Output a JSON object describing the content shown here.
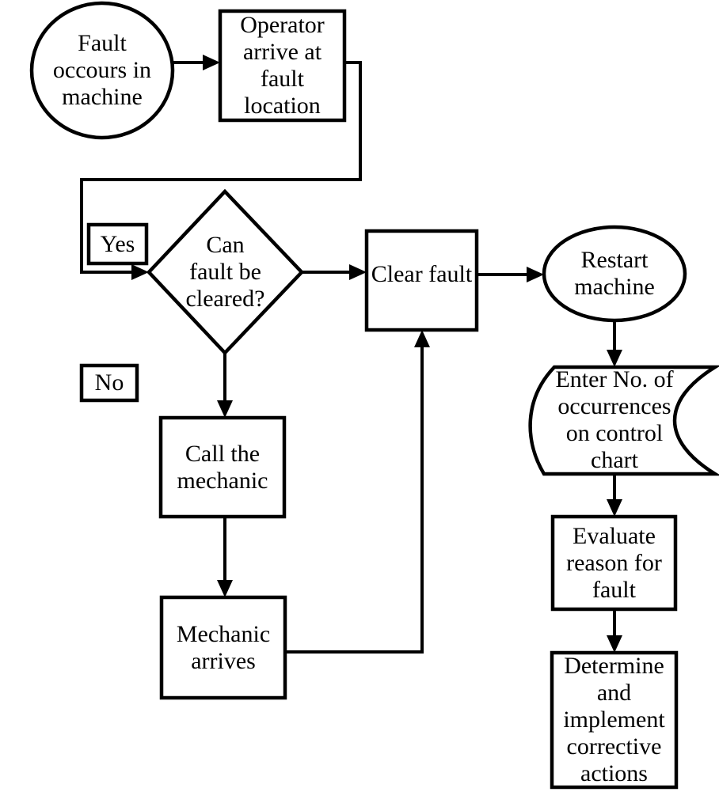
{
  "diagram": {
    "type": "flowchart",
    "colors": {
      "stroke": "#000000",
      "background": "#ffffff",
      "text": "#000000"
    },
    "nodes": {
      "start": {
        "shape": "circle",
        "label": "Fault\noccours in\nmachine"
      },
      "operator_arrive": {
        "shape": "rectangle",
        "label": "Operator\narrive at\nfault\nlocation"
      },
      "decision": {
        "shape": "diamond",
        "label": "Can\nfault be\ncleared?"
      },
      "clear_fault": {
        "shape": "rectangle",
        "label": "Clear fault"
      },
      "restart": {
        "shape": "ellipse",
        "label": "Restart\nmachine"
      },
      "enter_occurrences": {
        "shape": "curved-tape",
        "label": "Enter No. of\noccurrences\non control\nchart"
      },
      "evaluate": {
        "shape": "rectangle",
        "label": "Evaluate\nreason for\nfault"
      },
      "determine": {
        "shape": "rectangle",
        "label": "Determine\nand\nimplement\ncorrective\nactions"
      },
      "call_mechanic": {
        "shape": "rectangle",
        "label": "Call the\nmechanic"
      },
      "mechanic_arrives": {
        "shape": "rectangle",
        "label": "Mechanic\narrives"
      }
    },
    "edge_labels": {
      "yes": {
        "label": "Yes"
      },
      "no": {
        "label": "No"
      }
    },
    "edges": [
      "start -> operator_arrive",
      "operator_arrive -> decision",
      "decision -(Yes)-> clear_fault",
      "clear_fault -> restart",
      "restart -> enter_occurrences",
      "enter_occurrences -> evaluate",
      "evaluate -> determine",
      "decision -(No)-> call_mechanic",
      "call_mechanic -> mechanic_arrives",
      "mechanic_arrives -> clear_fault"
    ]
  }
}
